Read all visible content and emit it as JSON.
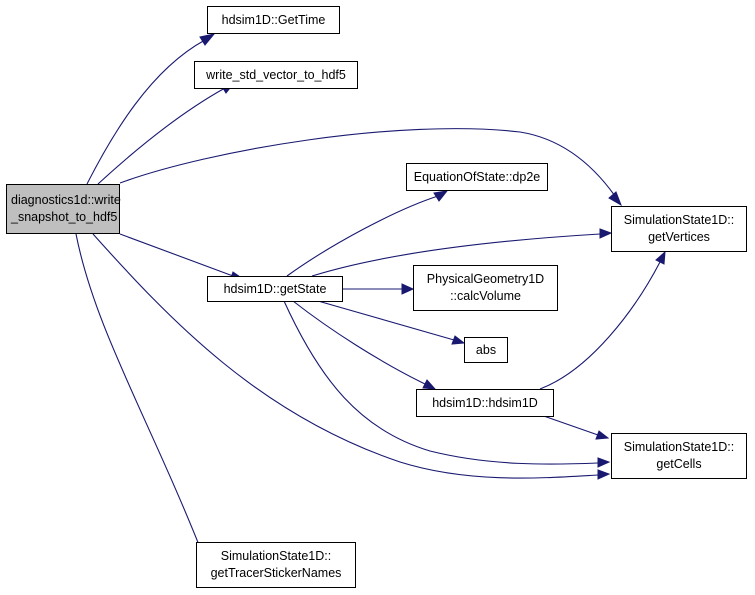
{
  "colors": {
    "edge": "#191970",
    "root_fill": "#bfbfbf",
    "node_fill": "#ffffff",
    "node_border": "#000000"
  },
  "nodes": {
    "root": {
      "line1": "diagnostics1d::write",
      "line2": "_snapshot_to_hdf5"
    },
    "get_time": {
      "line1": "hdsim1D::GetTime"
    },
    "write_vector": {
      "line1": "write_std_vector_to_hdf5"
    },
    "dp2e": {
      "line1": "EquationOfState::dp2e"
    },
    "get_vertices": {
      "line1": "SimulationState1D::",
      "line2": "getVertices"
    },
    "get_state": {
      "line1": "hdsim1D::getState"
    },
    "calc_volume": {
      "line1": "PhysicalGeometry1D",
      "line2": "::calcVolume"
    },
    "abs": {
      "line1": "abs"
    },
    "hdsim_ctor": {
      "line1": "hdsim1D::hdsim1D"
    },
    "get_cells": {
      "line1": "SimulationState1D::",
      "line2": "getCells"
    },
    "get_tracer_names": {
      "line1": "SimulationState1D::",
      "line2": "getTracerStickerNames"
    }
  }
}
